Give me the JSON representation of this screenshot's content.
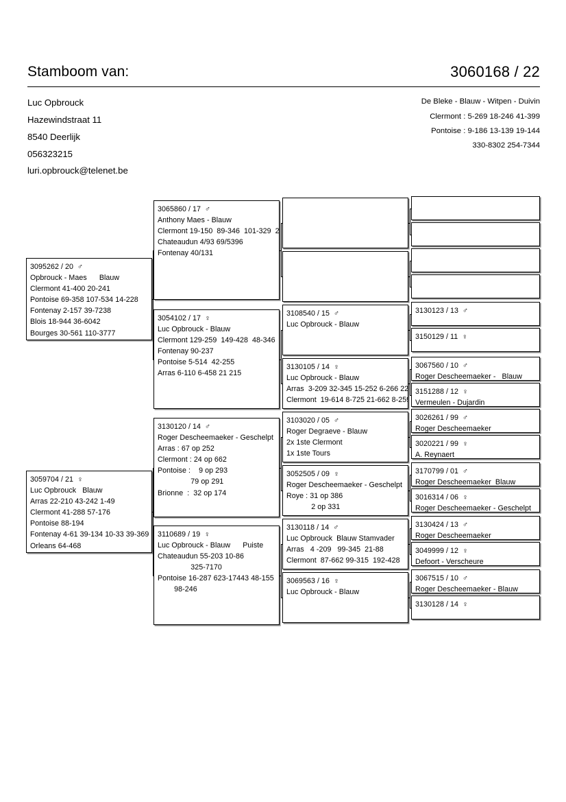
{
  "header": {
    "title": "Stamboom van:",
    "ring_reference": "3060168 / 22",
    "owner": [
      "Luc Opbrouck",
      "Hazewindstraat 11",
      "8540 Deerlijk",
      "056323215",
      "luri.opbrouck@telenet.be"
    ],
    "club": [
      "De Bleke - Blauw - Witpen - Duivin",
      "Clermont : 5-269 18-246 41-399",
      "Pontoise : 9-186 13-139 19-144",
      "330-8302 254-7344"
    ]
  },
  "pedigree": {
    "gen1": [
      {
        "id": "gen1-sire",
        "lines": [
          "3095262 / 20  ♂",
          "Opbrouck - Maes      Blauw",
          "Clermont 41-400 20-241",
          "Pontoise 69-358 107-534 14-228",
          "Fontenay 2-157 39-7238",
          "Blois 18-944 36-6042",
          "Bourges 30-561 110-3777"
        ]
      },
      {
        "id": "gen1-dam",
        "lines": [
          "3059704 / 21  ♀",
          "Luc Opbrouck   Blauw",
          "Arras 22-210 43-242 1-49",
          "Clermont 41-288 57-176",
          "Pontoise 88-194",
          "Fontenay 4-61 39-134 10-33 39-369",
          "Orleans 64-468"
        ]
      }
    ],
    "gen2": [
      {
        "id": "gen2-1",
        "lines": [
          "3065860 / 17  ♂",
          "Anthony Maes - Blauw",
          "Clermont 19-150  89-346  101-329  2",
          "Chateaudun 4/93 69/5396",
          "Fontenay 40/131"
        ]
      },
      {
        "id": "gen2-2",
        "lines": [
          "3054102 / 17  ♀",
          "Luc Opbrouck - Blauw",
          "Clermont 129-259  149-428  48-346",
          "Fontenay 90-237",
          "Pontoise 5-514  42-255",
          "Arras 6-110 6-458 21 215"
        ]
      },
      {
        "id": "gen2-3",
        "lines": [
          "3130120 / 14  ♂",
          "Roger Descheemaeker - Geschelpt",
          "Arras : 67 op 252",
          "Clermont : 24 op 662",
          "Pontoise :    9 op 293",
          "                79 op 291",
          "Brionne  :  32 op 174"
        ]
      },
      {
        "id": "gen2-4",
        "lines": [
          "3110689 / 19  ♀",
          "Luc Opbrouck - Blauw      Puiste",
          "Chateaudun 55-203 10-86",
          "                325-7170",
          "Pontoise 16-287 623-17443 48-155",
          "        98-246"
        ]
      }
    ],
    "gen3": [
      {
        "id": "gen3-1",
        "lines": []
      },
      {
        "id": "gen3-2",
        "lines": []
      },
      {
        "id": "gen3-3",
        "lines": [
          "3108540 / 15  ♂",
          "Luc Opbrouck - Blauw"
        ]
      },
      {
        "id": "gen3-4",
        "lines": [
          "3130105 / 14  ♀",
          "Luc Opbrouck - Blauw",
          "Arras  3-209 32-345 15-252 6-266 22",
          "Clermont  19-614 8-725 21-662 8-259"
        ]
      },
      {
        "id": "gen3-5",
        "lines": [
          "3103020 / 05  ♂",
          "Roger Degraeve - Blauw",
          "2x 1ste Clermont",
          "1x 1ste Tours"
        ]
      },
      {
        "id": "gen3-6",
        "lines": [
          "3052505 / 09  ♀",
          "Roger Descheemaeker - Geschelpt",
          "Roye : 31 op 386",
          "            2 op 331"
        ]
      },
      {
        "id": "gen3-7",
        "lines": [
          "3130118 / 14  ♂",
          "Luc Opbrouck  Blauw Stamvader",
          "Arras   4 -209   99-345  21-88",
          "Clermont  87-662 99-315  192-428"
        ]
      },
      {
        "id": "gen3-8",
        "lines": [
          "3069563 / 16  ♀",
          "Luc Opbrouck - Blauw"
        ]
      }
    ],
    "gen4": [
      {
        "id": "gen4-1",
        "lines": []
      },
      {
        "id": "gen4-2",
        "lines": []
      },
      {
        "id": "gen4-3",
        "lines": []
      },
      {
        "id": "gen4-4",
        "lines": []
      },
      {
        "id": "gen4-5",
        "lines": [
          "3130123 / 13  ♂"
        ]
      },
      {
        "id": "gen4-6",
        "lines": [
          "3150129 / 11  ♀"
        ]
      },
      {
        "id": "gen4-7",
        "lines": [
          "3067560 / 10  ♂",
          "Roger Descheemaeker -   Blauw"
        ]
      },
      {
        "id": "gen4-8",
        "lines": [
          "3151288 / 12  ♀",
          "Vermeulen - Dujardin"
        ]
      },
      {
        "id": "gen4-9",
        "lines": [
          "3026261 / 99  ♂",
          "Roger Descheemaeker"
        ]
      },
      {
        "id": "gen4-10",
        "lines": [
          "3020221 / 99  ♀",
          "A. Reynaert"
        ]
      },
      {
        "id": "gen4-11",
        "lines": [
          "3170799 / 01  ♂",
          "Roger Descheemaeker  Blauw"
        ]
      },
      {
        "id": "gen4-12",
        "lines": [
          "3016314 / 06  ♀",
          "Roger Descheemaeker - Geschelpt"
        ]
      },
      {
        "id": "gen4-13",
        "lines": [
          "3130424 / 13  ♂",
          "Roger Descheemaeker"
        ]
      },
      {
        "id": "gen4-14",
        "lines": [
          "3049999 / 12  ♀",
          "Defoort - Verscheure"
        ]
      },
      {
        "id": "gen4-15",
        "lines": [
          "3067515 / 10  ♂",
          "Roger Descheemaeker - Blauw"
        ]
      },
      {
        "id": "gen4-16",
        "lines": [
          "3130128 / 14  ♀"
        ]
      }
    ]
  }
}
